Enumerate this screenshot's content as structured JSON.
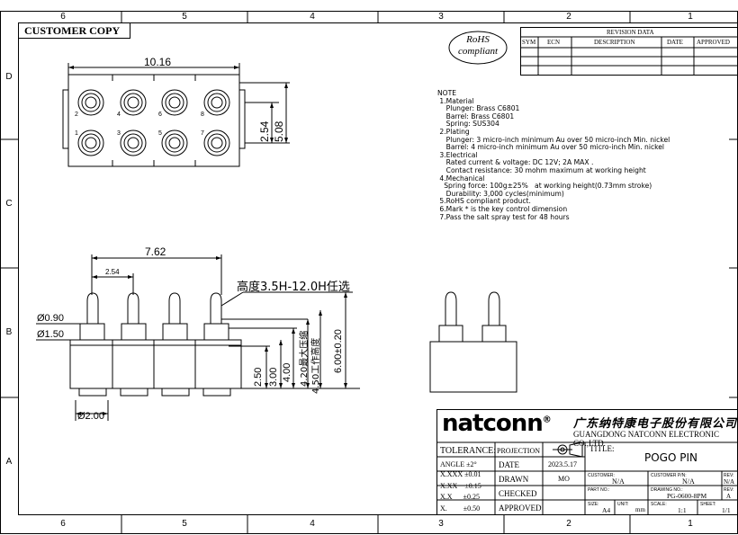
{
  "border": {
    "columns": [
      "6",
      "5",
      "4",
      "3",
      "2",
      "1"
    ],
    "rows": [
      "D",
      "C",
      "B",
      "A"
    ]
  },
  "customer_copy": "CUSTOMER COPY",
  "rohs": {
    "line1": "RoHS",
    "line2": "compliant"
  },
  "revision": {
    "title": "REVISION DATA",
    "headers": [
      "SYM",
      "ECN",
      "DESCRIPTION",
      "DATE",
      "APPROVED"
    ]
  },
  "notes": {
    "heading": "NOTE",
    "lines": [
      " 1.Material",
      "    Plunger: Brass C6801",
      "    Barrel: Brass C6801",
      "    Spring: SUS304",
      " 2.Plating",
      "    Plunger: 3 micro-inch minimum Au over 50 micro-inch Min. nickel",
      "    Barrel: 4 micro-inch minimum Au over 50 micro-inch Min. nickel",
      " 3.Electrical",
      "    Rated current & voltage: DC 12V; 2A MAX .",
      "    Contact resistance: 30 mohm maximum at working height",
      " 4.Mechanical",
      "   Spring force: 100g±25%   at working height(0.73mm stroke)",
      "    Durability: 3,000 cycles(minimum)",
      " 5.RoHS compliant product.",
      " 6.Mark * is the key control dimension",
      " 7.Pass the salt spray test for 48 hours"
    ]
  },
  "top_view": {
    "dim_width": "10.16",
    "dim_pitch": "2.54",
    "dim_row": "5.08",
    "pin_numbers": [
      "2",
      "4",
      "6",
      "8",
      "1",
      "3",
      "5",
      "7"
    ]
  },
  "side_view": {
    "dim_span": "7.62",
    "dim_pitch": "2.54",
    "phi_090": "Ø0.90",
    "phi_150": "Ø1.50",
    "phi_200": "Ø2.00",
    "height_note": "高度3.5H-12.0H任选",
    "dim_250": "2.50",
    "dim_300": "3.00",
    "dim_400": "4.00",
    "dim_420": "4.20最大压缩",
    "dim_450": "4.50工作高度",
    "dim_600": "6.00±0.20"
  },
  "title_block": {
    "brand": "natconn",
    "registered": "®",
    "company_cn": "广东纳特康电子股份有限公司",
    "company_en": "GUANGDONG NATCONN ELECTRONIC CO.,LTD.",
    "tolerance": "TOLERANCE:",
    "projection": "PROJECTION",
    "tol_angle": "ANGLE ±2°",
    "tol_xxx": "X.XXX ±0.01",
    "tol_xx": "X.XX    ±0.15",
    "tol_x": "X.X      ±0.25",
    "tol_x0": "X.         ±0.50",
    "date_label": "DATE",
    "date_value": "2023.5.17",
    "drawn_label": "DRAWN",
    "drawn_value": "MO",
    "checked_label": "CHECKED",
    "approved_label": "APPROVED",
    "title_label": "TITLE:",
    "title_value": "POGO PIN",
    "customer_label": "CUSTOMER:",
    "customer_value": "N/A",
    "customer_pn_label": "CUSTOMER P/N:",
    "customer_pn_value": "N/A",
    "rev_label1": "REV:",
    "rev_value1": "N/A",
    "part_no_label": "PART NO.:",
    "drawing_no_label": "DRAWING NO.:",
    "drawing_no_value": "PG-0600-8PM",
    "rev_label2": "REV:",
    "rev_value2": "A",
    "size_label": "SIZE:",
    "size_value": "A4",
    "unit_label": "UNIT:",
    "unit_value": "mm",
    "scale_label": "SCALE:",
    "scale_value": "1:1",
    "sheet_label": "SHEET:",
    "sheet_value": "1/1"
  }
}
